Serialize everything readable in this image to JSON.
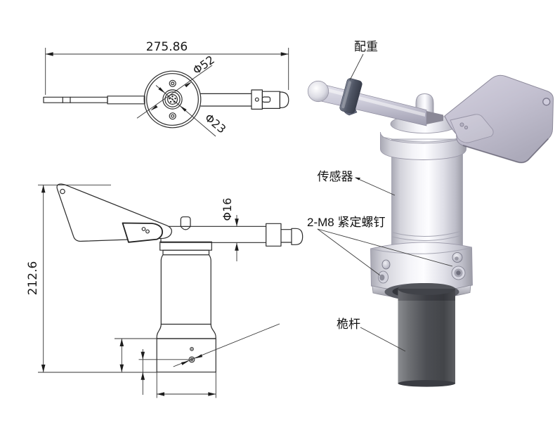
{
  "drawing": {
    "title": "wind-vane-sensor-engineering-drawing",
    "views": {
      "top_view": {
        "dimensions": {
          "overall_length": "275.86",
          "body_diameter": "Φ52",
          "connector_diameter": "Φ23"
        }
      },
      "side_view": {
        "dimensions": {
          "overall_height": "212.6",
          "rod_diameter": "Φ16"
        }
      },
      "iso_view": {
        "labels": {
          "counterweight": "配重",
          "sensor": "传感器",
          "set_screws": "2-M8 紧定螺钉",
          "mast": "桅杆"
        }
      }
    },
    "colors": {
      "background": "#ffffff",
      "line": "#2b2b2b",
      "metal_highlight": "#f4f4f8",
      "metal_shadow": "#9c9ca6",
      "vane_plate": "#c3c0d0",
      "counterweight_ring": "#4e5463",
      "mast": "#505257"
    }
  }
}
